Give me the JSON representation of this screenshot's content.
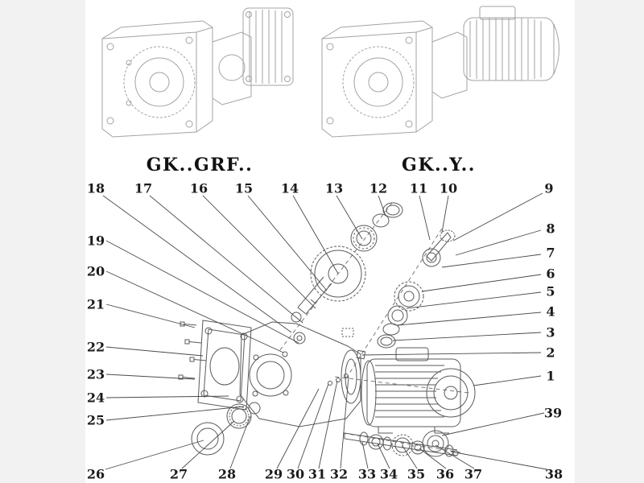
{
  "variants": [
    {
      "label": "GK..GRF.."
    },
    {
      "label": "GK..Y.."
    }
  ],
  "callouts": {
    "c1": "1",
    "c2": "2",
    "c3": "3",
    "c4": "4",
    "c5": "5",
    "c6": "6",
    "c7": "7",
    "c8": "8",
    "c9": "9",
    "c10": "10",
    "c11": "11",
    "c12": "12",
    "c13": "13",
    "c14": "14",
    "c15": "15",
    "c16": "16",
    "c17": "17",
    "c18": "18",
    "c19": "19",
    "c20": "20",
    "c21": "21",
    "c22": "22",
    "c23": "23",
    "c24": "24",
    "c25": "25",
    "c26": "26",
    "c27": "27",
    "c28": "28",
    "c29": "29",
    "c30": "30",
    "c31": "31",
    "c32": "32",
    "c33": "33",
    "c34": "34",
    "c35": "35",
    "c36": "36",
    "c37": "37",
    "c38": "38",
    "c39": "39"
  }
}
